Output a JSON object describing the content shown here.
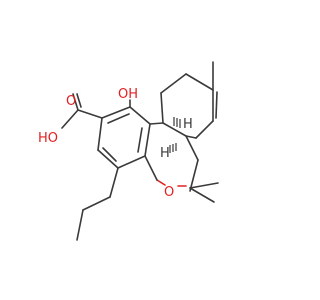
{
  "molecule": {
    "colors": {
      "bond": "#3a3a3a",
      "oxygen": "#e02020"
    },
    "labels": {
      "hydroxyl": "OH",
      "acid_oxygen": "O",
      "acid_hydroxyl": "HO",
      "ring_oxygen": "O",
      "stereo_h_top": "H",
      "stereo_h_bottom": "H"
    }
  }
}
